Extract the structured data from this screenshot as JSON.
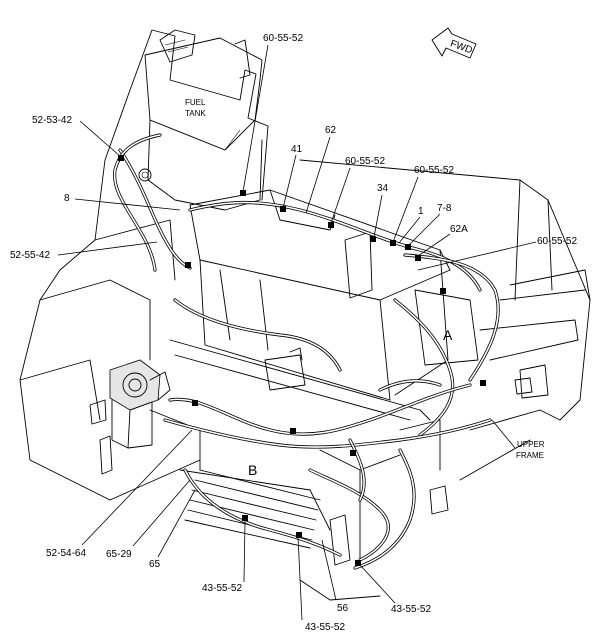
{
  "labels": {
    "fwd": "FWD",
    "fuel_tank_line1": "FUEL",
    "fuel_tank_line2": "TANK",
    "upper_frame_line1": "UPPER",
    "upper_frame_line2": "FRAME",
    "view_a": "A",
    "view_b": "B"
  },
  "callouts": {
    "c_60_55_52_top": "60-55-52",
    "c_52_53_42": "52-53-42",
    "c_62": "62",
    "c_41": "41",
    "c_60_55_52_mid1": "60-55-52",
    "c_60_55_52_mid2": "60-55-52",
    "c_34": "34",
    "c_1": "1",
    "c_7_8": "7-8",
    "c_8": "8",
    "c_62a": "62A",
    "c_60_55_52_right": "60-55-52",
    "c_52_55_42": "52-55-42",
    "c_52_54_64": "52-54-64",
    "c_65_29": "65-29",
    "c_65": "65",
    "c_43_55_52_left": "43-55-52",
    "c_56": "56",
    "c_43_55_52_bottom": "43-55-52",
    "c_43_55_52_right": "43-55-52"
  }
}
